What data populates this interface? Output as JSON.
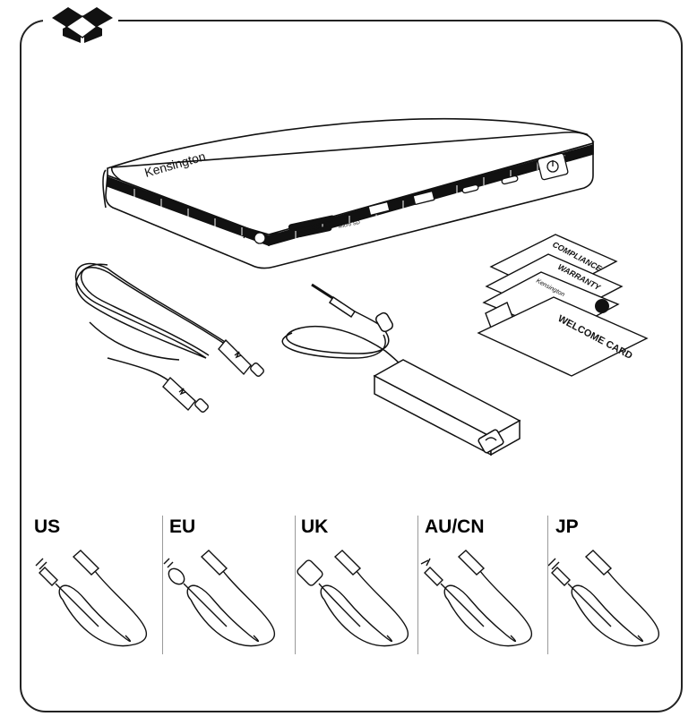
{
  "dock": {
    "brand": "Kensington",
    "sd_label": "SD",
    "microsd_label": "Micro SD"
  },
  "cards": {
    "compliance": "COMPLIANCE",
    "warranty": "WARRANTY",
    "kensington": "Kensington",
    "welcome": "WELCOME CARD"
  },
  "regions": [
    {
      "label": "US"
    },
    {
      "label": "EU"
    },
    {
      "label": "UK"
    },
    {
      "label": "AU/CN"
    },
    {
      "label": "JP"
    }
  ],
  "icons": [
    "box-icon",
    "headphone-icon",
    "power-icon",
    "thunderbolt-icon",
    "usb-ss-icon"
  ]
}
